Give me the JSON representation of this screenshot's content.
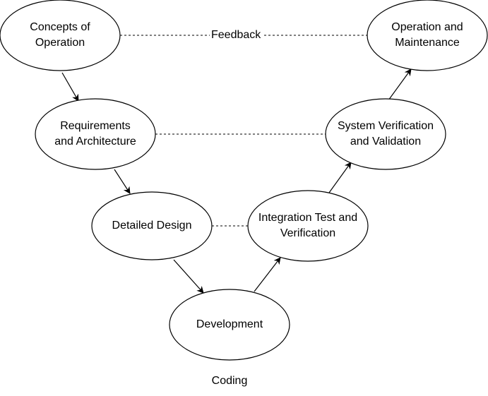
{
  "nodes": {
    "concepts": "Concepts of\nOperation",
    "requirements": "Requirements\nand Architecture",
    "detailed_design": "Detailed Design",
    "development": "Development",
    "integration": "Integration Test and\nVerification",
    "system_verification": "System Verification\nand Validation",
    "operation": "Operation and\nMaintenance"
  },
  "labels": {
    "feedback": "Feedback",
    "coding": "Coding"
  },
  "colors": {
    "stroke": "#000000",
    "fill": "#ffffff",
    "text": "#000000"
  }
}
